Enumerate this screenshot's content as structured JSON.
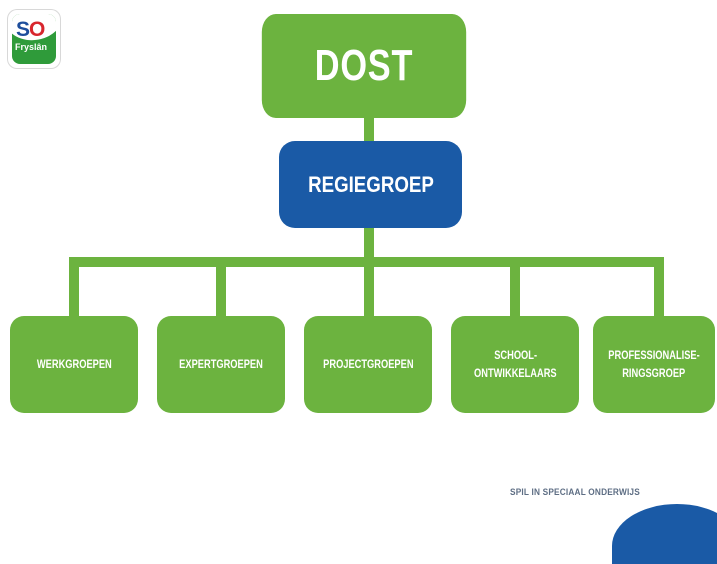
{
  "logo": {
    "letters_s": "S",
    "letters_o": "O",
    "subtitle": "Fryslân"
  },
  "top": {
    "label": "DOST"
  },
  "middle": {
    "label": "REGIEGROEP"
  },
  "leaves": [
    {
      "line1": "WERKGROEPEN",
      "line2": ""
    },
    {
      "line1": "EXPERTGROEPEN",
      "line2": ""
    },
    {
      "line1": "PROJECTGROEPEN",
      "line2": ""
    },
    {
      "line1": "SCHOOL-",
      "line2": "ONTWIKKELAARS"
    },
    {
      "line1": "PROFESSIONALISE-",
      "line2": "RINGSGROEP"
    }
  ],
  "footer": {
    "tagline": "SPIL IN SPECIAAL ONDERWIJS"
  },
  "colors": {
    "green": "#6cb33f",
    "blue": "#1a5aa6",
    "white": "#ffffff"
  }
}
